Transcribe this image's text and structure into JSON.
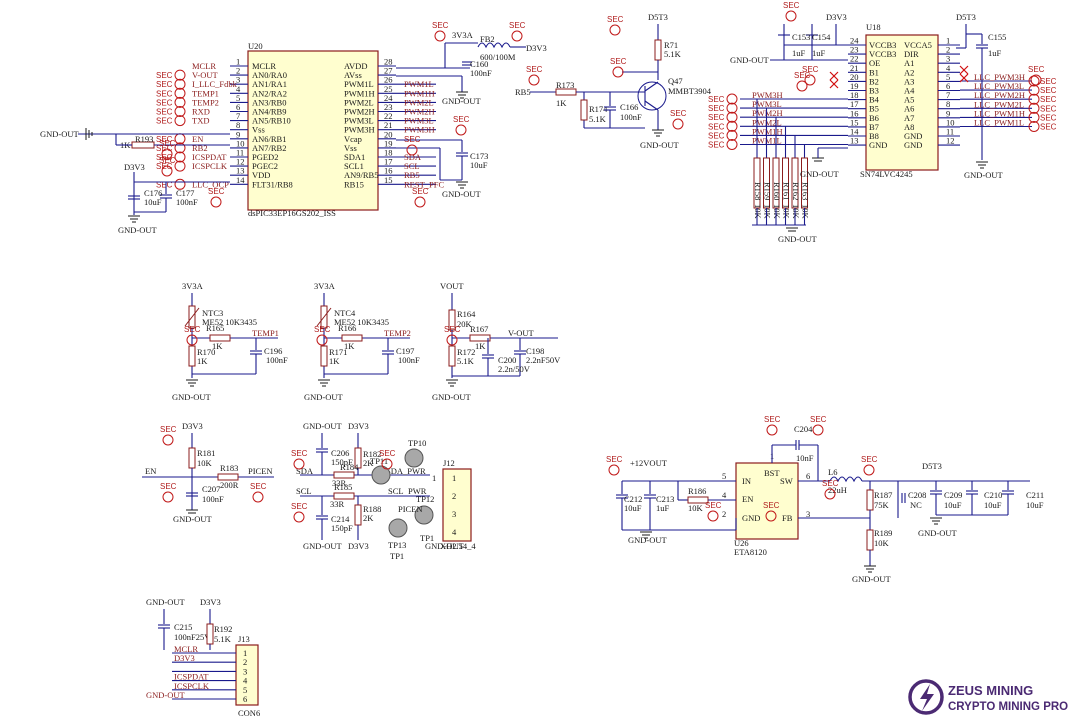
{
  "sec_label": "SEC",
  "gnd_out": "GND-OUT",
  "d3v3": "D3V3",
  "v3v3a": "3V3A",
  "u20": {
    "ref": "U20",
    "part": "dsPIC33EP16GS202_ISS",
    "left_pins": [
      {
        "n": "1",
        "name": "MCLR",
        "net": "MCLR"
      },
      {
        "n": "2",
        "name": "AN0/RA0",
        "net": "V-OUT"
      },
      {
        "n": "3",
        "name": "AN1/RA1",
        "net": "I_LLC_Fdbk"
      },
      {
        "n": "4",
        "name": "AN2/RA2",
        "net": "TEMP1"
      },
      {
        "n": "5",
        "name": "AN3/RB0",
        "net": "TEMP2"
      },
      {
        "n": "6",
        "name": "AN4/RB9",
        "net": "RXD"
      },
      {
        "n": "7",
        "name": "AN5/RB10",
        "net": "TXD"
      },
      {
        "n": "8",
        "name": "Vss",
        "net": ""
      },
      {
        "n": "9",
        "name": "AN6/RB1",
        "net": "EN"
      },
      {
        "n": "10",
        "name": "AN7/RB2",
        "net": "RB2"
      },
      {
        "n": "11",
        "name": "PGED2",
        "net": "ICSPDAT"
      },
      {
        "n": "12",
        "name": "PGEC2",
        "net": "ICSPCLK"
      },
      {
        "n": "13",
        "name": "VDD",
        "net": ""
      },
      {
        "n": "14",
        "name": "FLT31/RB8",
        "net": "LLC_OCP"
      }
    ],
    "right_pins": [
      {
        "n": "28",
        "name": "AVDD",
        "net": ""
      },
      {
        "n": "27",
        "name": "AVss",
        "net": ""
      },
      {
        "n": "26",
        "name": "PWM1L",
        "net": "PWM1L"
      },
      {
        "n": "25",
        "name": "PWM1H",
        "net": "PWM1H"
      },
      {
        "n": "24",
        "name": "PWM2L",
        "net": "PWM2L"
      },
      {
        "n": "23",
        "name": "PWM2H",
        "net": "PWM2H"
      },
      {
        "n": "22",
        "name": "PWM3L",
        "net": "PWM3L"
      },
      {
        "n": "21",
        "name": "PWM3H",
        "net": "PWM3H"
      },
      {
        "n": "20",
        "name": "Vcap",
        "net": ""
      },
      {
        "n": "19",
        "name": "Vss",
        "net": ""
      },
      {
        "n": "18",
        "name": "SDA1",
        "net": "SDA"
      },
      {
        "n": "17",
        "name": "SCL1",
        "net": "SCL"
      },
      {
        "n": "16",
        "name": "AN9/RB5",
        "net": "RB5"
      },
      {
        "n": "15",
        "name": "RB15",
        "net": "REST_PFC"
      }
    ]
  },
  "u20_parts": {
    "r193": "R193",
    "r193v": "1K",
    "c176": "C176",
    "c176v": "10uF",
    "c177": "C177",
    "c177v": "100nF",
    "fb2": "FB2",
    "fb2v": "600/100M",
    "c160": "C160",
    "c160v": "100nF",
    "c173": "C173",
    "c173v": "10uF"
  },
  "q47": {
    "ref": "Q47",
    "part": "MMBT3904",
    "r71": "R71",
    "r71v": "5.1K",
    "r173": "R173",
    "r173v": "1K",
    "r174": "R174",
    "r174v": "5.1K",
    "c166": "C166",
    "c166v": "100nF",
    "rb5": "RB5"
  },
  "u18": {
    "ref": "U18",
    "part": "SN74LVC4245",
    "left_pins": [
      {
        "n": "24",
        "name": "VCCB3"
      },
      {
        "n": "23",
        "name": "VCCB3"
      },
      {
        "n": "22",
        "name": "OE"
      },
      {
        "n": "21",
        "name": "B1"
      },
      {
        "n": "20",
        "name": "B2"
      },
      {
        "n": "19",
        "name": "B3"
      },
      {
        "n": "18",
        "name": "B4"
      },
      {
        "n": "17",
        "name": "B5"
      },
      {
        "n": "16",
        "name": "B6"
      },
      {
        "n": "15",
        "name": "B7"
      },
      {
        "n": "14",
        "name": "B8"
      },
      {
        "n": "13",
        "name": "GND"
      }
    ],
    "right_pins": [
      {
        "n": "1",
        "name": "VCCA5"
      },
      {
        "n": "2",
        "name": "DIR"
      },
      {
        "n": "3",
        "name": "A1"
      },
      {
        "n": "4",
        "name": "A2"
      },
      {
        "n": "5",
        "name": "A3"
      },
      {
        "n": "6",
        "name": "A4"
      },
      {
        "n": "7",
        "name": "A5"
      },
      {
        "n": "8",
        "name": "A6"
      },
      {
        "n": "9",
        "name": "A7"
      },
      {
        "n": "10",
        "name": "A8"
      },
      {
        "n": "11",
        "name": "GND"
      },
      {
        "n": "12",
        "name": "GND"
      }
    ],
    "b_nets": [
      "PWM3H",
      "PWM3L",
      "PWM2H",
      "PWM2L",
      "PWM1H",
      "PWM1L"
    ],
    "a_nets": [
      "LLC_PWM3H",
      "LLC_PWM3L",
      "LLC_PWM2H",
      "LLC_PWM2L",
      "LLC_PWM1H",
      "LLC_PWM1L"
    ],
    "caps": [
      "C153",
      "1uF",
      "C154",
      "1uF",
      "C155",
      "1uF"
    ],
    "pulldowns": [
      "R158",
      "R159",
      "R160",
      "R161",
      "R162",
      "R163"
    ],
    "pulldown_value": "10K",
    "d5t3": "D5T3"
  },
  "ntc": [
    {
      "ntc": "NTC3",
      "part": "ME52 10K3435",
      "r1": "R165",
      "r1v": "1K",
      "r2": "R170",
      "r2v": "1K",
      "c": "C196",
      "cv": "100nF",
      "net": "TEMP1"
    },
    {
      "ntc": "NTC4",
      "part": "ME52 10K3435",
      "r1": "R166",
      "r1v": "1K",
      "r2": "R171",
      "r2v": "1K",
      "c": "C197",
      "cv": "100nF",
      "net": "TEMP2"
    }
  ],
  "vout_div": {
    "vout": "VOUT",
    "r164": "R164",
    "r164v": "20K",
    "r167": "R167",
    "r172": "R172",
    "r172v": "5.1K",
    "c200": "C200",
    "c200v": "2.2n/50V",
    "c198": "C198",
    "c198v": "2.2nF50V",
    "net": "V-OUT",
    "r167v": "1K"
  },
  "en_block": {
    "r181": "R181",
    "r181v": "10K",
    "r183": "R183",
    "r183v": "200R",
    "c207": "C207",
    "c207v": "100nF",
    "en": "EN",
    "picen": "PICEN"
  },
  "i2c": {
    "c206": "C206",
    "c206v": "150pF",
    "c214": "C214",
    "c214v": "150pF",
    "r182": "R182",
    "r182v": "2K",
    "r188": "R188",
    "r188v": "2K",
    "r184": "R184",
    "r184v": "33R",
    "r185": "R185",
    "r185v": "33R",
    "tp": [
      "TP10",
      "TP11",
      "TP12",
      "TP13",
      "TP1"
    ],
    "j12": "J12",
    "j12_part": "XH2.54_4",
    "j12_pins": [
      "1",
      "2",
      "3",
      "4"
    ],
    "sda": "SDA",
    "scl": "SCL",
    "pwr": "PWR",
    "picen": "PICEN",
    "tp1": "TP1",
    "sda_pwr": "SDA_PWR"
  },
  "buck": {
    "u26": "U26",
    "part": "ETA8120",
    "pins": [
      "IN",
      "EN",
      "GND",
      "FB",
      "SW",
      "BST"
    ],
    "pin_nums": [
      "5",
      "4",
      "2",
      "3",
      "6",
      "1"
    ],
    "v12": "+12VOUT",
    "c212": "C212",
    "c212v": "10uF",
    "c213": "C213",
    "c213v": "1uF",
    "r186": "R186",
    "r186v": "10K",
    "c204": "C204",
    "c204v": "10nF",
    "l6": "L6",
    "l6v": "22uH",
    "r187": "R187",
    "r187v": "75K",
    "r189": "R189",
    "r189v": "10K",
    "c208": "C208",
    "c208v": "NC",
    "c209": "C209",
    "c209v": "10uF",
    "c210": "C210",
    "c210v": "10uF",
    "c211": "C211",
    "c211v": "10uF",
    "d5t3": "D5T3"
  },
  "con6": {
    "ref": "J13",
    "part": "CON6",
    "c215": "C215",
    "c215v": "100nF25V",
    "r192": "R192",
    "r192v": "5.1K",
    "nets": [
      "MCLR",
      "D3V3",
      "",
      "ICSPDAT",
      "ICSPCLK",
      "GND-OUT"
    ],
    "pins": [
      "1",
      "2",
      "3",
      "4",
      "5",
      "6"
    ]
  },
  "logo": {
    "line1": "ZEUS MINING",
    "line2": "CRYPTO MINING PRO"
  }
}
